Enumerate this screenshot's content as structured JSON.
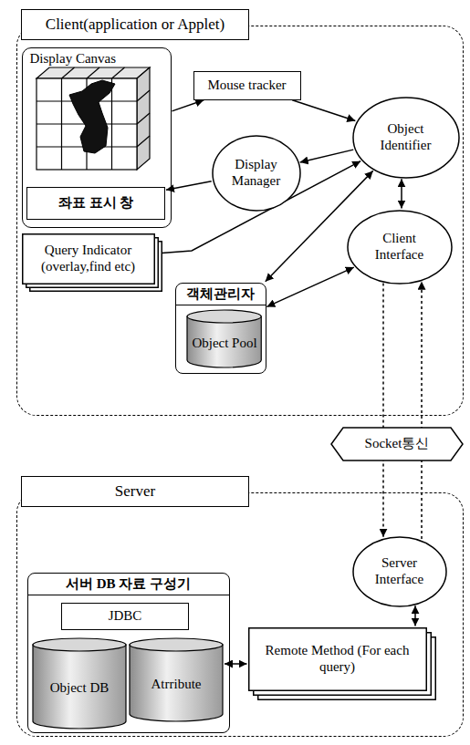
{
  "diagram": {
    "nodes": [
      {
        "text": [
          "Client(application or Applet)"
        ]
      },
      {
        "text": [
          "Display Canvas"
        ],
        "in": 0
      },
      {
        "text": [
          "좌표 표시 창"
        ],
        "in": 1
      },
      {
        "text": [
          "Mouse tracker"
        ],
        "in": 0
      },
      {
        "text": [
          "Display Manager"
        ],
        "in": 0
      },
      {
        "text": [
          "Object Identifier"
        ],
        "in": 0
      },
      {
        "text": [
          "Query Indicator (overlay,find etc)"
        ],
        "in": 0
      },
      {
        "text": [
          "객체관리자"
        ],
        "in": 0
      },
      {
        "text": [
          "Object Pool"
        ],
        "in": 7
      },
      {
        "text": [
          "Client Interface"
        ],
        "in": 0
      },
      {
        "text": [
          "Socket통신"
        ]
      },
      {
        "text": [
          "Server"
        ]
      },
      {
        "text": [
          "Server Interface"
        ],
        "in": 11
      },
      {
        "text": [
          "서버 DB 자료 구성기"
        ],
        "in": 11
      },
      {
        "text": [
          "JDBC"
        ],
        "in": 13
      },
      {
        "text": [
          "Object DB"
        ],
        "in": 13
      },
      {
        "text": [
          "Atrribute"
        ],
        "in": 13
      },
      {
        "text": [
          "Remote Method (For each query)"
        ],
        "in": 11
      }
    ],
    "edges": [
      {
        "from": 1,
        "to": 3,
        "arrow": "to"
      },
      {
        "from": 3,
        "to": 5,
        "arrow": "to"
      },
      {
        "from": 5,
        "to": 4,
        "arrow": "to"
      },
      {
        "from": 4,
        "to": 2,
        "arrow": "to"
      },
      {
        "from": 6,
        "to": 5,
        "arrow": "to"
      },
      {
        "from": 7,
        "to": 5,
        "arrow": "both"
      },
      {
        "from": 5,
        "to": 9,
        "arrow": "both"
      },
      {
        "from": 7,
        "to": 9,
        "arrow": "both"
      },
      {
        "from": 9,
        "to": 12,
        "arrow": "to"
      },
      {
        "from": 12,
        "to": 9,
        "arrow": "to"
      },
      {
        "from": 12,
        "to": 17,
        "arrow": "both"
      },
      {
        "from": 17,
        "to": 16,
        "arrow": "both"
      }
    ]
  }
}
